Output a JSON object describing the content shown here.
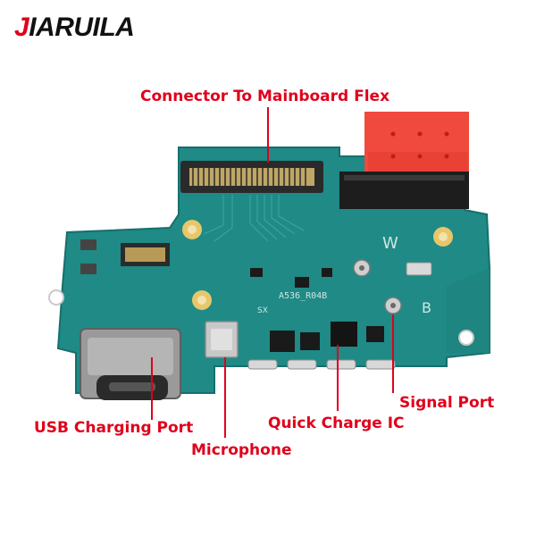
{
  "brand": {
    "logo_first": "J",
    "logo_rest": "IARUILA",
    "accent": "#e0001b"
  },
  "photo": {
    "subject": "charging port board",
    "silk_w": "W",
    "silk_b": "B",
    "silk_part": "A536_R04B",
    "silk_sx": "SX"
  },
  "labels": {
    "connector": "Connector To Mainboard Flex",
    "usb": "USB Charging Port",
    "microphone": "Microphone",
    "quick_charge": "Quick Charge IC",
    "signal": "Signal Port"
  },
  "colors": {
    "pcb": "#1f8a86",
    "pcb_dark": "#176f6c",
    "tape": "#f04a3e",
    "label": "#e0001b"
  }
}
